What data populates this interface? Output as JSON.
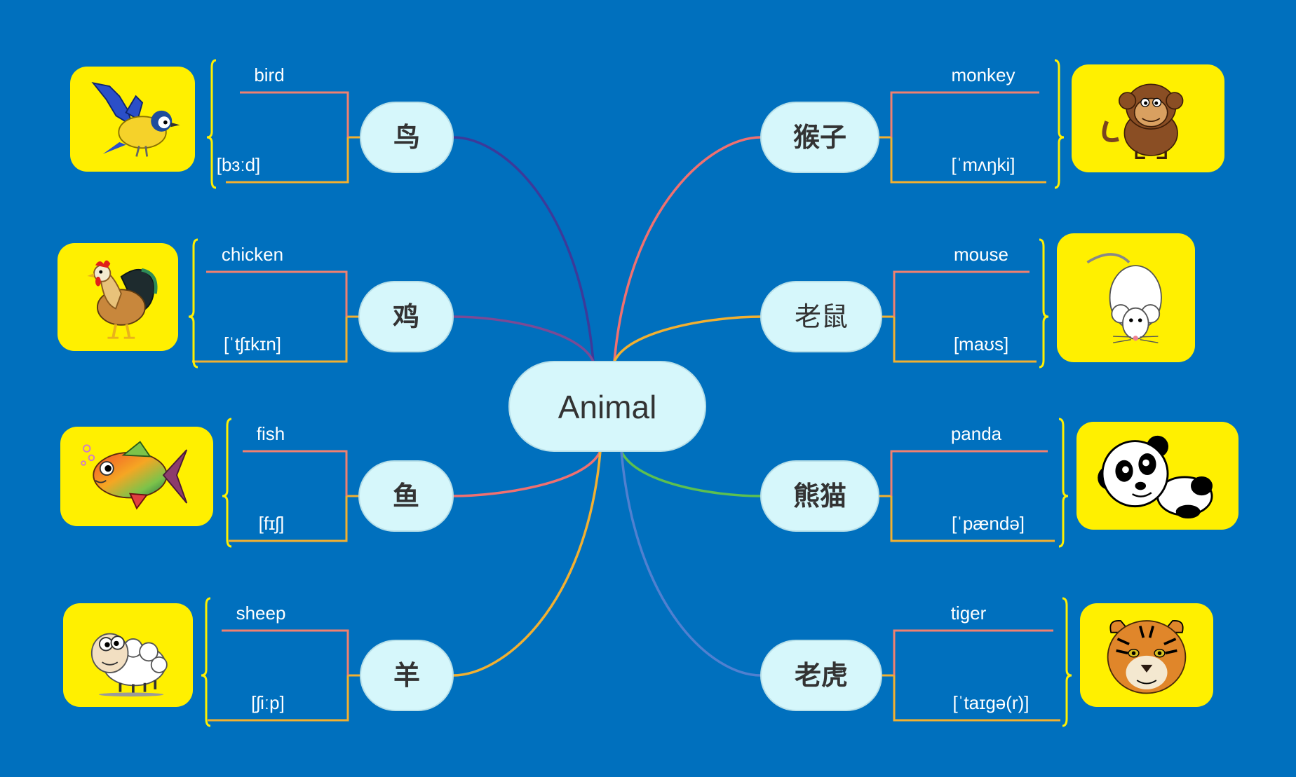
{
  "central": {
    "label": "Animal"
  },
  "colors": {
    "background": "#0070BE",
    "node_fill": "#D6F7FB",
    "card_fill": "#FFF000",
    "bracket": "#FFF000",
    "english_line": "#F08070",
    "phonetic_line": "#F2B030",
    "text_light": "#FFFFFF",
    "text_dark": "#333333"
  },
  "branches": [
    {
      "id": "bird",
      "side": "left",
      "chinese": "鸟",
      "english": "bird",
      "phonetic": "[bɜːd]",
      "icon": "bird-icon",
      "connector_color": "#3C3A9A"
    },
    {
      "id": "chicken",
      "side": "left",
      "chinese": "鸡",
      "english": "chicken",
      "phonetic": "[ˈtʃɪkɪn]",
      "icon": "rooster-icon",
      "connector_color": "#7B4A95"
    },
    {
      "id": "fish",
      "side": "left",
      "chinese": "鱼",
      "english": "fish",
      "phonetic": "[fɪʃ]",
      "icon": "fish-icon",
      "connector_color": "#F07070"
    },
    {
      "id": "sheep",
      "side": "left",
      "chinese": "羊",
      "english": "sheep",
      "phonetic": "[ʃiːp]",
      "icon": "sheep-icon",
      "connector_color": "#F2B030"
    },
    {
      "id": "monkey",
      "side": "right",
      "chinese": "猴子",
      "english": "monkey",
      "phonetic": "[ˈmʌŋki]",
      "icon": "monkey-icon",
      "connector_color": "#F07070"
    },
    {
      "id": "mouse",
      "side": "right",
      "chinese": "老鼠",
      "english": "mouse",
      "phonetic": "[maʊs]",
      "icon": "mouse-icon",
      "connector_color": "#F2B030"
    },
    {
      "id": "panda",
      "side": "right",
      "chinese": "熊猫",
      "english": "panda",
      "phonetic": "[ˈpændə]",
      "icon": "panda-icon",
      "connector_color": "#5CC050"
    },
    {
      "id": "tiger",
      "side": "right",
      "chinese": "老虎",
      "english": "tiger",
      "phonetic": "[ˈtaɪɡə(r)]",
      "icon": "tiger-icon",
      "connector_color": "#5080D0"
    }
  ]
}
